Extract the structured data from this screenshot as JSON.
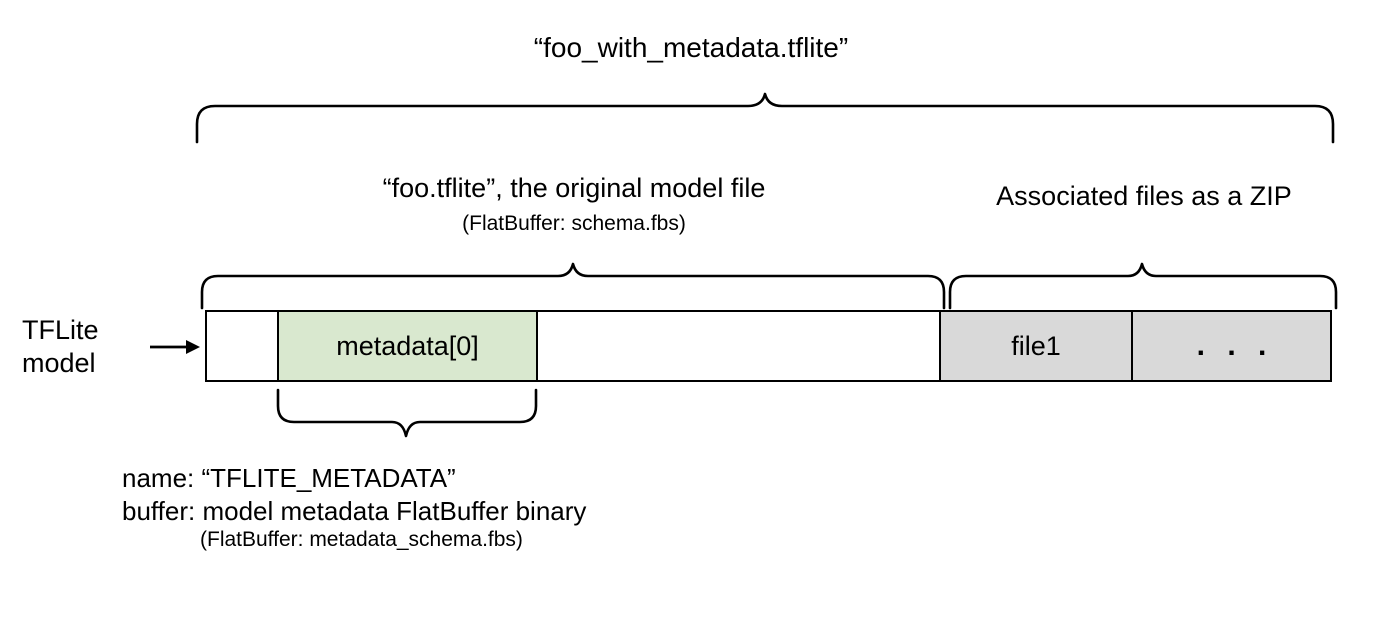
{
  "diagram": {
    "title": "“foo_with_metadata.tflite”",
    "left_label_line1": "TFLite",
    "left_label_line2": "model",
    "arrow_icon": "right-arrow-icon",
    "model_section": {
      "label": "“foo.tflite”, the original model file",
      "sublabel": "(FlatBuffer: schema.fbs)"
    },
    "zip_section": {
      "label": "Associated files as a ZIP"
    },
    "segments": [
      {
        "name": "leading-blank",
        "label": "",
        "fill": "#ffffff"
      },
      {
        "name": "metadata-0",
        "label": "metadata[0]",
        "fill": "#d9e8cf"
      },
      {
        "name": "model-body-blank",
        "label": "",
        "fill": "#ffffff"
      },
      {
        "name": "file1",
        "label": "file1",
        "fill": "#d9d9d9"
      },
      {
        "name": "more-files",
        "label": ". . .",
        "fill": "#d9d9d9"
      }
    ],
    "metadata_note": {
      "line1": "name: “TFLITE_METADATA”",
      "line2": "buffer: model metadata FlatBuffer binary",
      "line3": "(FlatBuffer: metadata_schema.fbs)"
    },
    "colors": {
      "metadata_fill": "#d9e8cf",
      "zip_fill": "#d9d9d9",
      "stroke": "#000000",
      "background": "#ffffff"
    }
  }
}
